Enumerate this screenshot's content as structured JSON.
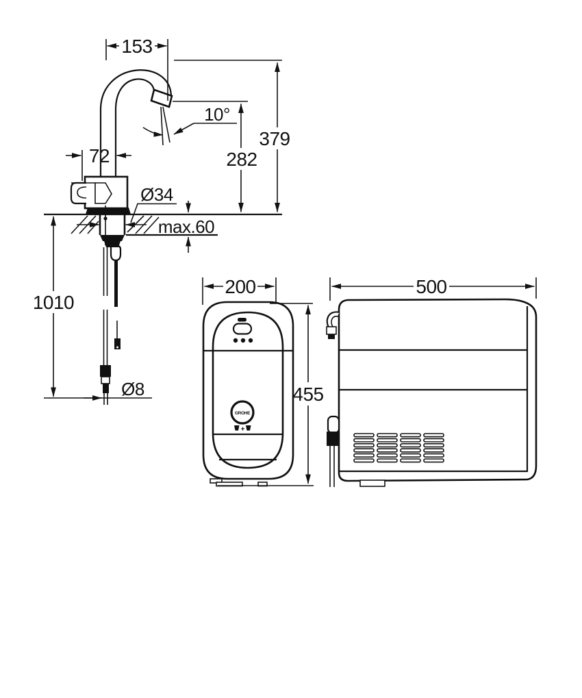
{
  "faucet": {
    "dims": {
      "spout_reach": "153",
      "stream_angle": "10°",
      "height_to_top": "379",
      "height_to_outlet": "282",
      "base_width": "72",
      "mounting_hole": "Ø34",
      "max_counter_thickness": "max.60",
      "hose_length": "1010",
      "hose_diameter": "Ø8"
    }
  },
  "cooler": {
    "front": {
      "width": "200",
      "height": "455"
    },
    "side": {
      "depth": "500"
    },
    "logo": {
      "brand": "GROHE",
      "plus": "+"
    }
  },
  "colors": {
    "ink": "#111111",
    "background": "#ffffff"
  }
}
